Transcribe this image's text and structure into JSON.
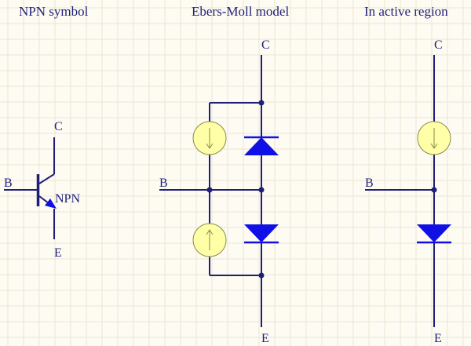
{
  "panels": {
    "npn": {
      "title": "NPN symbol",
      "collector": "C",
      "base": "B",
      "emitter": "E",
      "device": "NPN"
    },
    "ebers_moll": {
      "title": "Ebers-Moll model",
      "collector": "C",
      "base": "B",
      "emitter": "E"
    },
    "active": {
      "title": "In active region",
      "collector": "C",
      "base": "B",
      "emitter": "E"
    }
  },
  "colors": {
    "background": "#fdfbf2",
    "wire": "#1f1f7a",
    "diode": "#1010e6",
    "source_fill": "#ffffa8"
  }
}
